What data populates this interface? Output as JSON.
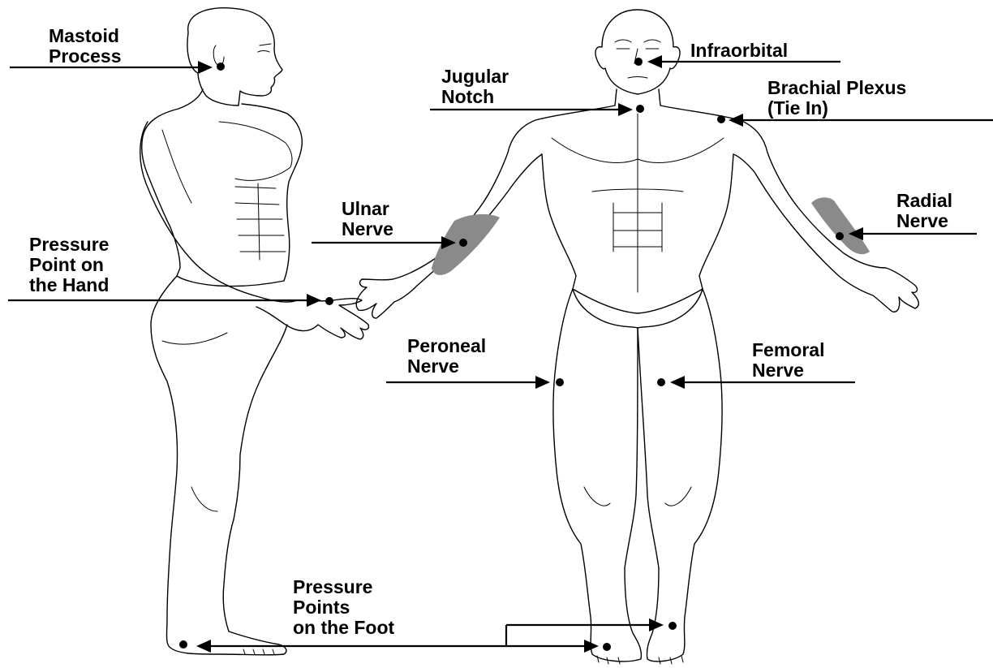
{
  "labels": {
    "mastoid": "Mastoid\nProcess",
    "infraorbital": "Infraorbital",
    "jugular": "Jugular\nNotch",
    "brachial": "Brachial Plexus\n(Tie In)",
    "ulnar": "Ulnar\nNerve",
    "radial": "Radial\nNerve",
    "hand": "Pressure\nPoint on\nthe Hand",
    "peroneal": "Peroneal\nNerve",
    "femoral": "Femoral\nNerve",
    "foot": "Pressure\nPoints\non the Foot"
  },
  "colors": {
    "line": "#000000",
    "shaded_nerve_region": "#8a8a8a",
    "background": "#ffffff"
  }
}
